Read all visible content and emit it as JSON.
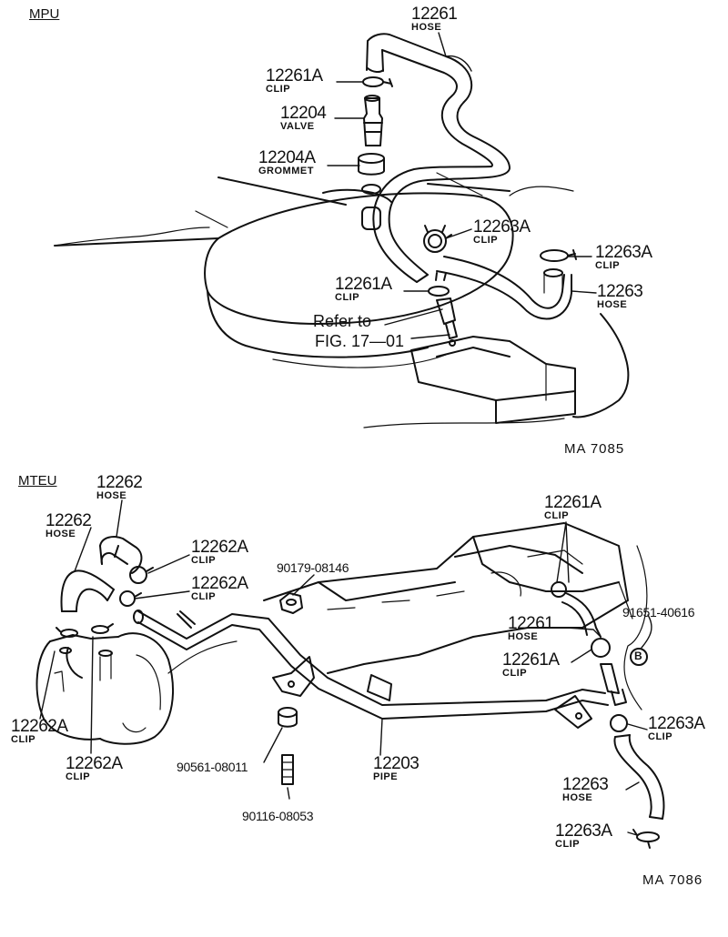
{
  "sections": {
    "mpu": "MPU",
    "mteu": "MTEU"
  },
  "drawing_ids": {
    "top": "MA  7085",
    "bottom": "MA  7086"
  },
  "reference": {
    "line1": "Refer to",
    "line2": "FIG. 17—01"
  },
  "mpu_callouts": [
    {
      "number": "12261",
      "name": "HOSE"
    },
    {
      "number": "12261A",
      "name": "CLIP"
    },
    {
      "number": "12204",
      "name": "VALVE"
    },
    {
      "number": "12204A",
      "name": "GROMMET"
    },
    {
      "number": "12263A",
      "name": "CLIP"
    },
    {
      "number": "12263A",
      "name": "CLIP"
    },
    {
      "number": "12261A",
      "name": "CLIP"
    },
    {
      "number": "12263",
      "name": "HOSE"
    }
  ],
  "mteu_callouts": [
    {
      "number": "12262",
      "name": "HOSE"
    },
    {
      "number": "12262",
      "name": "HOSE"
    },
    {
      "number": "12262A",
      "name": "CLIP"
    },
    {
      "number": "12262A",
      "name": "CLIP"
    },
    {
      "number": "90179-08146",
      "name": ""
    },
    {
      "number": "12261A",
      "name": "CLIP"
    },
    {
      "number": "91651-40616",
      "name": ""
    },
    {
      "number": "12261",
      "name": "HOSE"
    },
    {
      "number": "12261A",
      "name": "CLIP"
    },
    {
      "number": "12262A",
      "name": "CLIP"
    },
    {
      "number": "12262A",
      "name": "CLIP"
    },
    {
      "number": "90561-08011",
      "name": ""
    },
    {
      "number": "12203",
      "name": "PIPE"
    },
    {
      "number": "12263A",
      "name": "CLIP"
    },
    {
      "number": "12263",
      "name": "HOSE"
    },
    {
      "number": "90116-08053",
      "name": ""
    },
    {
      "number": "12263A",
      "name": "CLIP"
    }
  ],
  "marker": "B"
}
